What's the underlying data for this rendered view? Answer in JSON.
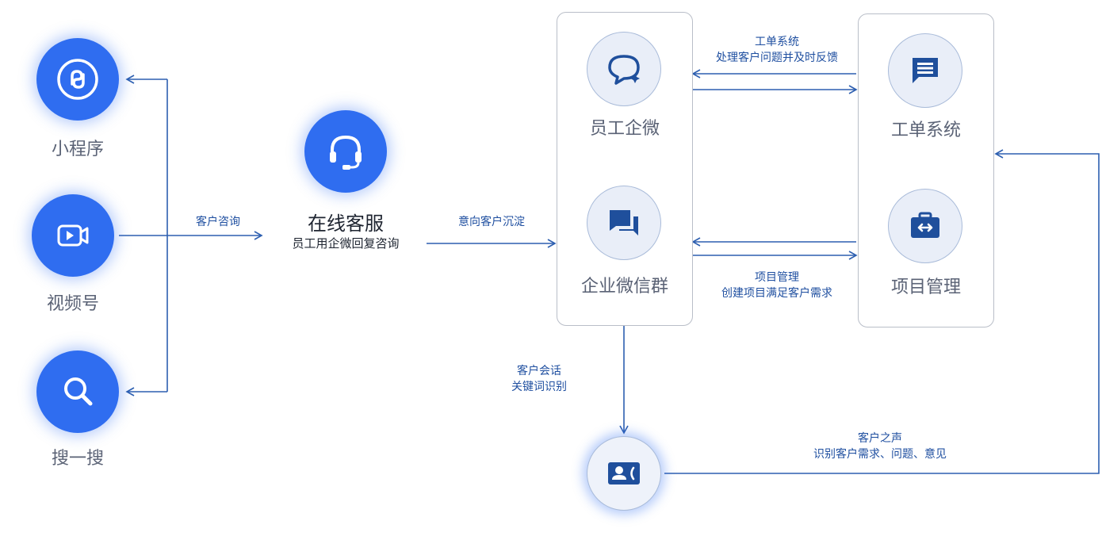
{
  "channels": [
    {
      "label": "小程序",
      "icon": "mini-program-icon"
    },
    {
      "label": "视频号",
      "icon": "video-channel-icon"
    },
    {
      "label": "搜一搜",
      "icon": "search-icon"
    }
  ],
  "edge_consult": "客户咨询",
  "service": {
    "title": "在线客服",
    "subtitle": "员工用企微回复咨询",
    "icon": "headset-icon"
  },
  "edge_leads": "意向客户沉淀",
  "left_panel": {
    "items": [
      {
        "label": "员工企微",
        "icon": "chat-bubble-icon"
      },
      {
        "label": "企业微信群",
        "icon": "group-chat-icon"
      }
    ]
  },
  "right_panel": {
    "items": [
      {
        "label": "工单系统",
        "icon": "ticket-icon"
      },
      {
        "label": "项目管理",
        "icon": "briefcase-icon"
      }
    ]
  },
  "edge_ticket": {
    "line1": "工单系统",
    "line2": "处理客户问题并及时反馈"
  },
  "edge_project": {
    "line1": "项目管理",
    "line2": "创建项目满足客户需求"
  },
  "edge_session": {
    "line1": "客户会话",
    "line2": "关键词识别"
  },
  "edge_voice": {
    "line1": "客户之声",
    "line2": "识别客户需求、问题、意见"
  },
  "bottom_node": {
    "icon": "contact-card-icon"
  },
  "colors": {
    "primary": "#2f6df0",
    "line": "#2d5fb0",
    "dark_icon": "#1f4f9c"
  }
}
